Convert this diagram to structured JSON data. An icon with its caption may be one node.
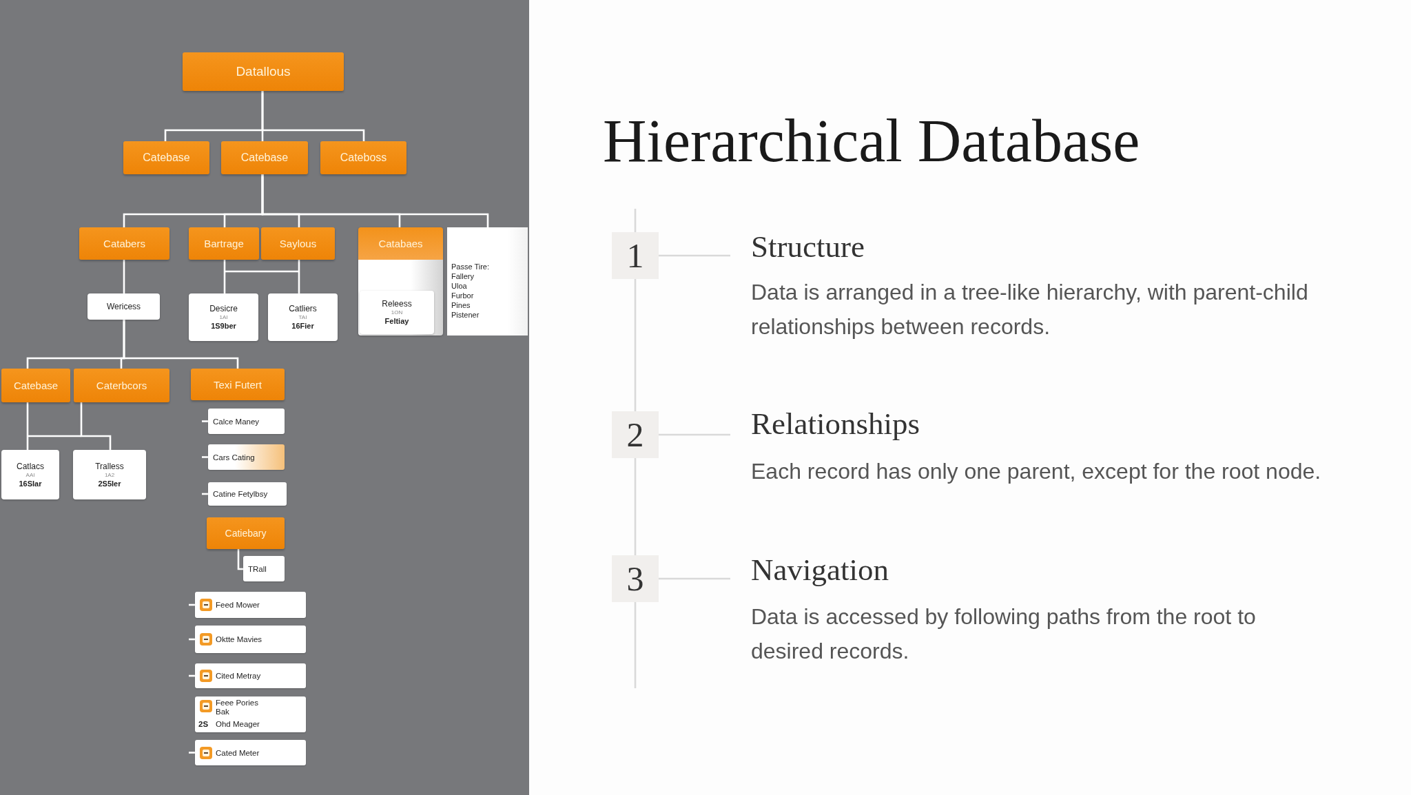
{
  "diagram": {
    "title": "Hierarchical Database",
    "nodes": [
      {
        "text": [
          "Datallous"
        ]
      },
      {
        "text": [
          "Catebase"
        ]
      },
      {
        "text": [
          "Catebase"
        ]
      },
      {
        "text": [
          "Cateboss"
        ]
      },
      {
        "text": [
          "Catabers"
        ]
      },
      {
        "text": [
          "Bartrage"
        ]
      },
      {
        "text": [
          "Saylous"
        ]
      },
      {
        "text": [
          "Catabaes"
        ]
      },
      {
        "text": [
          "Releess",
          "1ON",
          "Feltiay"
        ],
        "in": 7
      },
      {
        "text": [
          "Passe Tire:",
          "Fallery",
          "Uloa",
          "Furbor",
          "Pines",
          "Pistener"
        ]
      },
      {
        "text": [
          "Wericess"
        ]
      },
      {
        "text": [
          "Desicre",
          "1AI",
          "1S9ber"
        ]
      },
      {
        "text": [
          "Catliers",
          "TAI",
          "16Fier"
        ]
      },
      {
        "text": [
          "Catebase"
        ]
      },
      {
        "text": [
          "Caterbcors"
        ]
      },
      {
        "text": [
          "Texi Futert"
        ]
      },
      {
        "text": [
          "Catlacs",
          "AAI",
          "16SIar"
        ]
      },
      {
        "text": [
          "Tralless",
          "1A2",
          "2S5Ier"
        ]
      },
      {
        "text": [
          "Calce Maney"
        ]
      },
      {
        "text": [
          "Cars Cating"
        ]
      },
      {
        "text": [
          "Catine Fetylbsy"
        ]
      },
      {
        "text": [
          "Catiebary"
        ]
      },
      {
        "text": [
          "TRall"
        ]
      },
      {
        "text": [
          "Feed Mower"
        ]
      },
      {
        "text": [
          "Oktte Mavies"
        ]
      },
      {
        "text": [
          "Cited Metray"
        ]
      },
      {
        "text": [
          "Feee Pories Bak",
          "2S",
          "Ohd Meager"
        ]
      },
      {
        "text": [
          "Cated Meter"
        ]
      },
      {
        "text": [
          "1"
        ]
      },
      {
        "text": [
          "Structure",
          "Data is arranged in a tree-like hierarchy, with parent-child relationships between records."
        ]
      },
      {
        "text": [
          "2"
        ]
      },
      {
        "text": [
          "Relationships",
          "Each record has only one parent, except for the root node."
        ]
      },
      {
        "text": [
          "3"
        ]
      },
      {
        "text": [
          "Navigation",
          "Data is accessed by following paths from the root to desired records."
        ]
      }
    ],
    "edges": [
      {
        "from": 0,
        "to": 1,
        "arrow": "none"
      },
      {
        "from": 0,
        "to": 2,
        "arrow": "none"
      },
      {
        "from": 0,
        "to": 3,
        "arrow": "none"
      },
      {
        "from": 2,
        "to": 4,
        "arrow": "none"
      },
      {
        "from": 2,
        "to": 5,
        "arrow": "none"
      },
      {
        "from": 2,
        "to": 6,
        "arrow": "none"
      },
      {
        "from": 2,
        "to": 7,
        "arrow": "none"
      },
      {
        "from": 2,
        "to": 9,
        "arrow": "none"
      },
      {
        "from": 4,
        "to": 10,
        "arrow": "none"
      },
      {
        "from": 5,
        "to": 11,
        "arrow": "none"
      },
      {
        "from": 6,
        "to": 12,
        "arrow": "none"
      },
      {
        "from": 10,
        "to": 13,
        "arrow": "none"
      },
      {
        "from": 10,
        "to": 14,
        "arrow": "none"
      },
      {
        "from": 10,
        "to": 15,
        "arrow": "none"
      },
      {
        "from": 13,
        "to": 16,
        "arrow": "none"
      },
      {
        "from": 14,
        "to": 17,
        "arrow": "none"
      },
      {
        "from": null,
        "to": 18,
        "arrow": "none"
      },
      {
        "from": null,
        "to": 19,
        "arrow": "none"
      },
      {
        "from": null,
        "to": 20,
        "arrow": "none"
      },
      {
        "from": 21,
        "to": 22,
        "arrow": "none"
      },
      {
        "from": null,
        "to": 23,
        "arrow": "none"
      },
      {
        "from": null,
        "to": 24,
        "arrow": "none"
      },
      {
        "from": null,
        "to": 25,
        "arrow": "none"
      },
      {
        "from": null,
        "to": 27,
        "arrow": "none"
      },
      {
        "from": 28,
        "to": 29,
        "arrow": "none",
        "color": "#d9d9d9"
      },
      {
        "from": 30,
        "to": 31,
        "arrow": "none",
        "color": "#d9d9d9"
      },
      {
        "from": 32,
        "to": 33,
        "arrow": "none",
        "color": "#d9d9d9"
      },
      {
        "from": null,
        "to": 28,
        "arrow": "none",
        "color": "#d9d9d9"
      },
      {
        "from": 28,
        "to": 30,
        "arrow": "none",
        "color": "#d9d9d9"
      },
      {
        "from": 30,
        "to": 32,
        "arrow": "none",
        "color": "#d9d9d9"
      },
      {
        "from": 32,
        "to": null,
        "arrow": "none",
        "color": "#d9d9d9"
      }
    ]
  }
}
